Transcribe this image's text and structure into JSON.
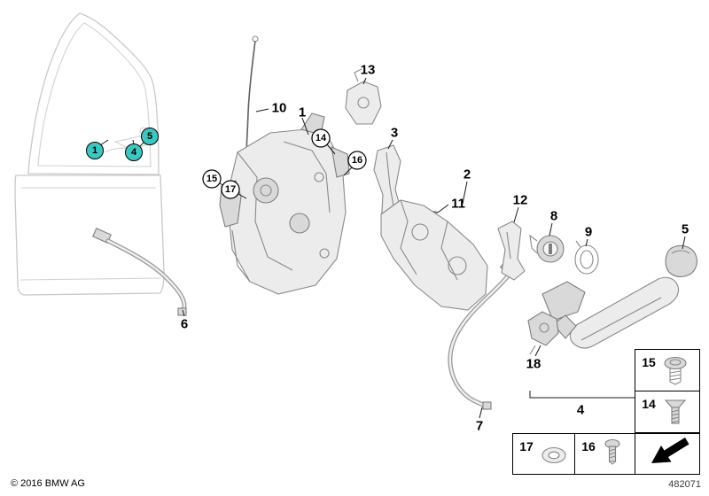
{
  "diagram": {
    "copyright": "© 2016 BMW AG",
    "number": "482071"
  },
  "colors": {
    "hotspot_teal": "#3fc6c0"
  },
  "callouts": {
    "plain": {
      "p1": "1",
      "p2": "2",
      "p3": "3",
      "p4": "4",
      "p5": "5",
      "p6": "6",
      "p7": "7",
      "p8": "8",
      "p9": "9",
      "p10": "10",
      "p11": "11",
      "p12": "12",
      "p13": "13",
      "p18": "18"
    },
    "circled": {
      "c14": "14",
      "c15": "15",
      "c16": "16",
      "c17": "17"
    },
    "door": {
      "m1": "1",
      "m4": "4",
      "m5": "5"
    }
  },
  "legend": {
    "box15": {
      "label": "15",
      "icon": "pan-head-screw-icon"
    },
    "box14": {
      "label": "14",
      "icon": "countersunk-screw-icon"
    },
    "box17": {
      "label": "17",
      "icon": "washer-icon"
    },
    "box16": {
      "label": "16",
      "icon": "screw-icon"
    },
    "boxArrow": {
      "icon": "direction-arrow-icon"
    }
  }
}
